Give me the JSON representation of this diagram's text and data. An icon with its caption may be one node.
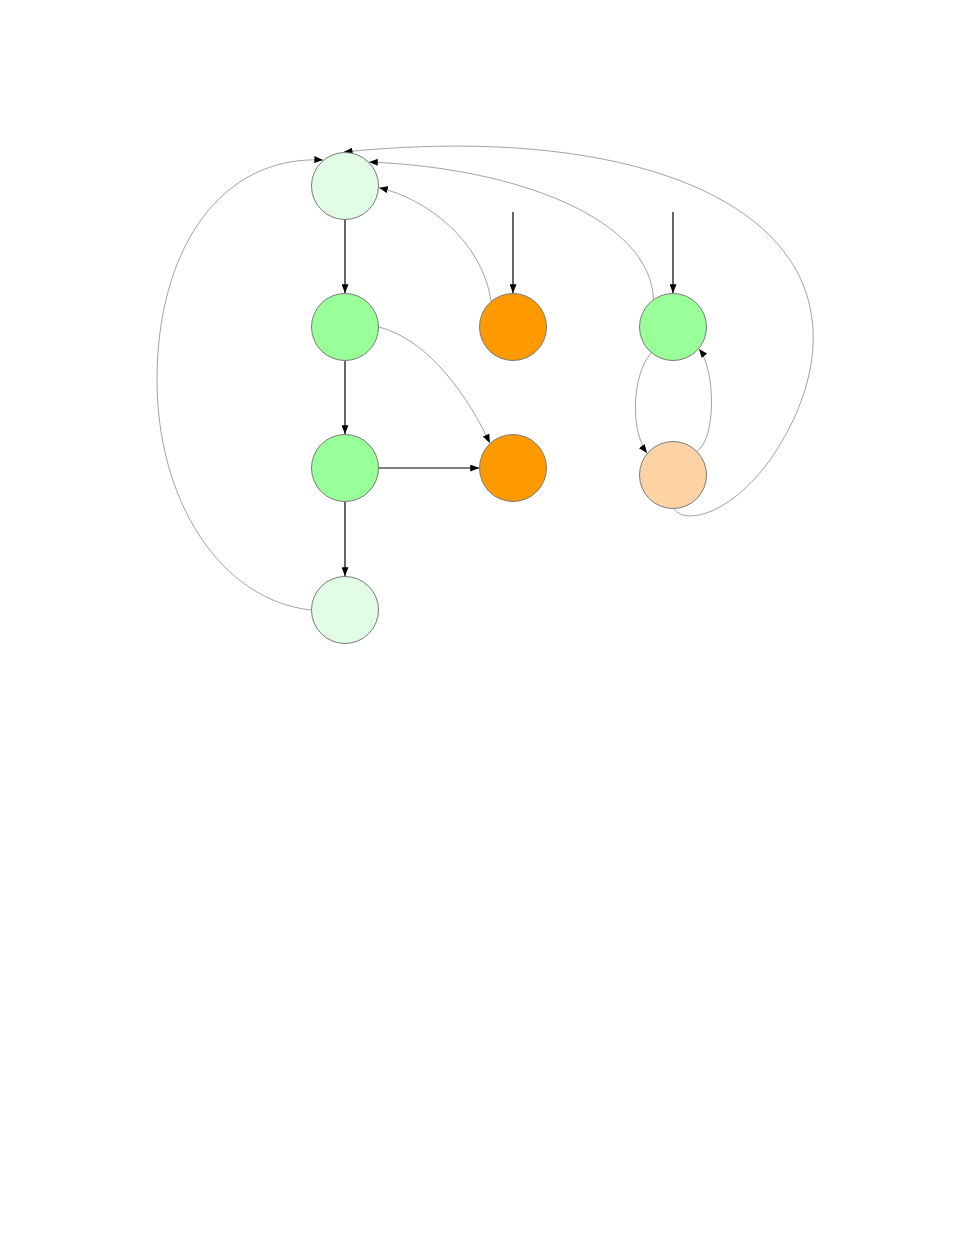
{
  "diagram": {
    "nodes": [
      {
        "text": [],
        "shape": "circle"
      },
      {
        "text": [],
        "shape": "circle"
      },
      {
        "text": [],
        "shape": "circle"
      },
      {
        "text": [],
        "shape": "circle"
      },
      {
        "text": [],
        "shape": "circle"
      },
      {
        "text": [],
        "shape": "circle"
      },
      {
        "text": [],
        "shape": "circle"
      },
      {
        "text": [],
        "shape": "circle"
      }
    ],
    "edges": [
      {
        "from": 0,
        "to": 1,
        "arrow": "to",
        "color": "#000000"
      },
      {
        "from": 1,
        "to": 4,
        "arrow": "to",
        "color": "#000000"
      },
      {
        "from": 4,
        "to": 5,
        "arrow": "to",
        "color": "#000000"
      },
      {
        "from": 4,
        "to": 7,
        "arrow": "to",
        "color": "#000000"
      },
      {
        "from": null,
        "to": 2,
        "arrow": "to",
        "color": "#000000"
      },
      {
        "from": null,
        "to": 3,
        "arrow": "to",
        "color": "#000000"
      },
      {
        "from": 7,
        "to": 0,
        "arrow": "to"
      },
      {
        "from": 2,
        "to": 0,
        "arrow": "to"
      },
      {
        "from": 3,
        "to": 0,
        "arrow": "to"
      },
      {
        "from": 6,
        "to": 0,
        "arrow": "to"
      },
      {
        "from": 1,
        "to": 5,
        "arrow": "to"
      },
      {
        "from": 3,
        "to": 6,
        "arrow": "to"
      },
      {
        "from": 6,
        "to": 3,
        "arrow": "to"
      }
    ]
  }
}
